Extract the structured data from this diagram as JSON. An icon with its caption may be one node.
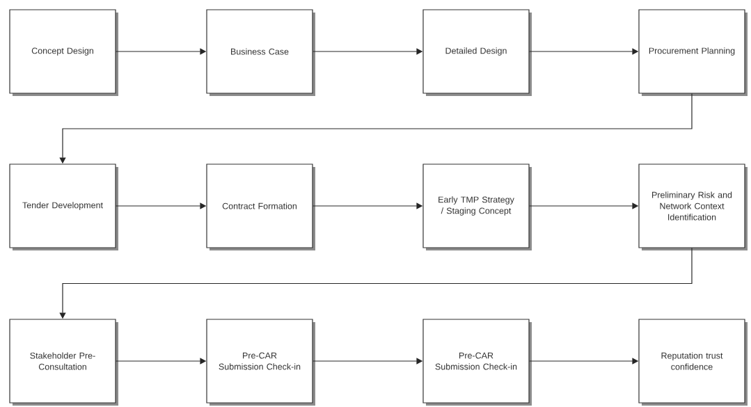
{
  "diagram": {
    "nodes": [
      {
        "text": [
          "Concept Design"
        ]
      },
      {
        "text": [
          "Business Case"
        ]
      },
      {
        "text": [
          "Detailed Design"
        ]
      },
      {
        "text": [
          "Procurement Planning"
        ]
      },
      {
        "text": [
          "Tender Development"
        ]
      },
      {
        "text": [
          "Contract Formation"
        ]
      },
      {
        "text": [
          "Early TMP Strategy / Staging Concept"
        ]
      },
      {
        "text": [
          "Preliminary Risk and Network Context Identification"
        ]
      },
      {
        "text": [
          "Stakeholder Pre-Consultation"
        ]
      },
      {
        "text": [
          "Pre-CAR Submission Check-in"
        ]
      },
      {
        "text": [
          "Pre-CAR Submission Check-in"
        ]
      },
      {
        "text": [
          "Reputation trust confidence"
        ]
      }
    ],
    "edges": [
      {
        "from": 0,
        "to": 1,
        "arrow": "to"
      },
      {
        "from": 1,
        "to": 2,
        "arrow": "to"
      },
      {
        "from": 2,
        "to": 3,
        "arrow": "to"
      },
      {
        "from": 3,
        "to": 4,
        "arrow": "to"
      },
      {
        "from": 4,
        "to": 5,
        "arrow": "to"
      },
      {
        "from": 5,
        "to": 6,
        "arrow": "to"
      },
      {
        "from": 6,
        "to": 7,
        "arrow": "to"
      },
      {
        "from": 7,
        "to": 8,
        "arrow": "to"
      },
      {
        "from": 8,
        "to": 9,
        "arrow": "to"
      },
      {
        "from": 9,
        "to": 10,
        "arrow": "to"
      },
      {
        "from": 10,
        "to": 11,
        "arrow": "to"
      }
    ]
  }
}
